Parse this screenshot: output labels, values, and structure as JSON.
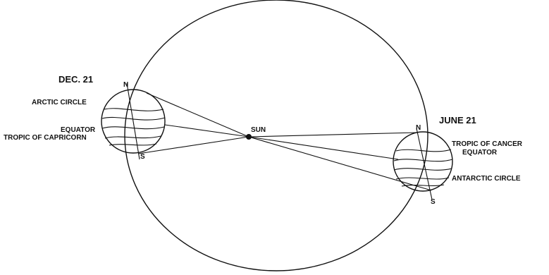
{
  "labels": {
    "dec": "DEC. 21",
    "june": "JUNE 21",
    "sun": "SUN",
    "arctic": "ARCTIC CIRCLE",
    "equator_left": "EQUATOR",
    "capricorn": "TROPIC OF CAPRICORN",
    "cancer": "TROPIC OF CANCER",
    "equator_right": "EQUATOR",
    "antarctic": "ANTARCTIC CIRCLE",
    "n_left": "N",
    "s_left": "S",
    "n_right": "N",
    "s_right": "S"
  }
}
